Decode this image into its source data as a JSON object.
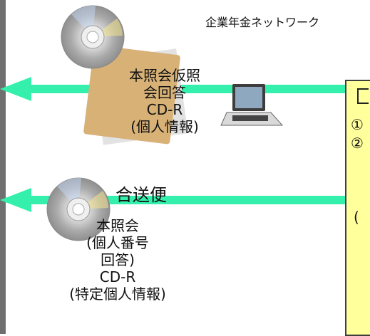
{
  "header": {
    "network_title": "企業年金ネットワーク"
  },
  "labels": {
    "first_arrow_lines": [
      "本照会仮照",
      "会回答",
      "CD-R",
      "(個人情報)"
    ],
    "send_label": "合送便",
    "second_arrow_lines": [
      "本照会",
      "(個人番号",
      "回答)",
      "CD-R",
      "(特定個人情報)"
    ]
  },
  "callout": {
    "item_1": "①",
    "item_2": "②",
    "item_3": "("
  },
  "colors": {
    "arrow": "#35f0ad",
    "callout": "#ffff9c",
    "envelope": "#d8b177",
    "frame": "#6f6f6f"
  },
  "icons": [
    "cd-disc-icon",
    "envelope-icon",
    "laptop-icon"
  ]
}
